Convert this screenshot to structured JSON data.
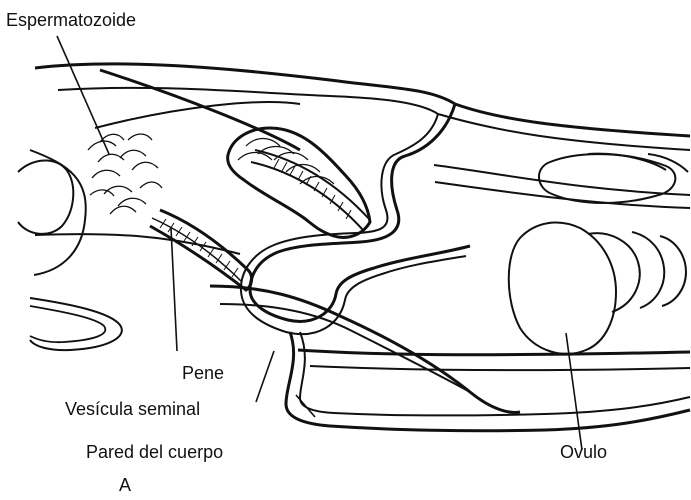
{
  "diagram": {
    "labels": {
      "spermatozoid": "Espermatozoide",
      "penis": "Pene",
      "seminal_vesicle": "Vesícula seminal",
      "body_wall": "Pared del cuerpo",
      "ovum": "Ovulo",
      "panel": "A"
    }
  }
}
